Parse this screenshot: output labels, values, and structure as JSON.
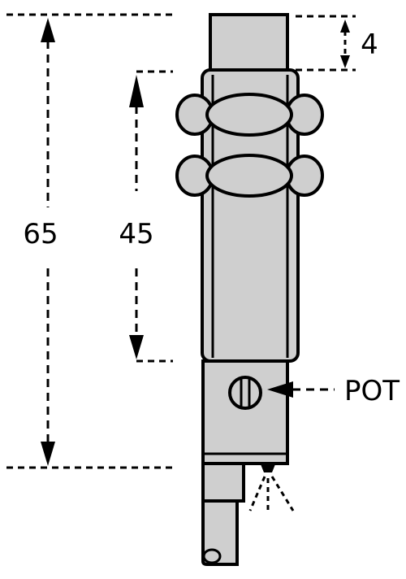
{
  "dimensions": {
    "overall_length": "65",
    "body_length": "45",
    "top_offset": "4"
  },
  "labels": {
    "pot": "POT"
  },
  "colors": {
    "body_fill": "#cfcfcf",
    "stroke": "#000000",
    "background": "#ffffff"
  },
  "icons": {
    "screw": "slotted-screw-icon",
    "led": "led-indicator-icon"
  }
}
